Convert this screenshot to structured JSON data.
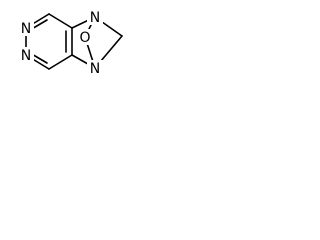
{
  "molecule": {
    "atoms": {
      "n_top_right": "N",
      "n_bottom_right": "N",
      "oxygen": "O",
      "n_ring_top": "N",
      "n_ring_left": "N"
    }
  }
}
